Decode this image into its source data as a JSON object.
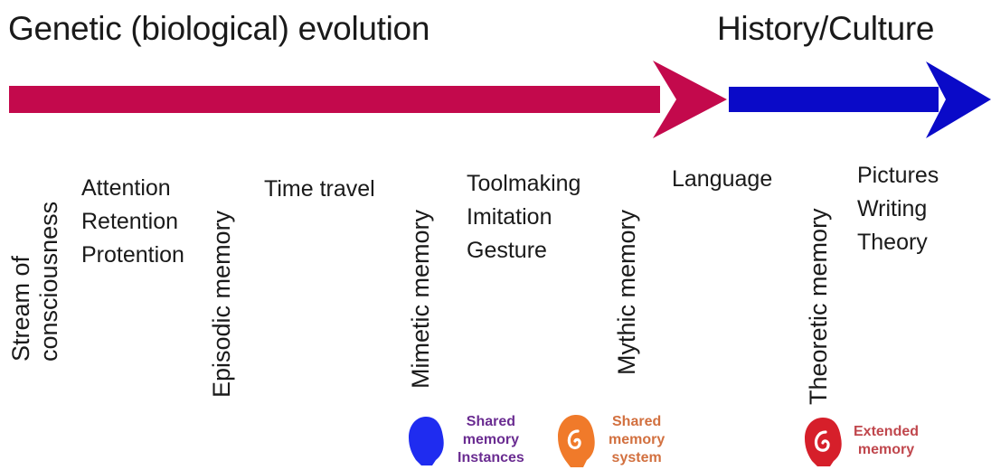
{
  "headings": {
    "genetic": "Genetic (biological) evolution",
    "history": "History/Culture"
  },
  "arrows": {
    "genetic_color": "#c3094c",
    "history_color": "#0a0ac8"
  },
  "vertical_labels": {
    "stream_line1": "Stream of",
    "stream_line2": "consciousness",
    "episodic": "Episodic memory",
    "mimetic": "Mimetic memory",
    "mythic": "Mythic memory",
    "theoretic": "Theoretic memory"
  },
  "lists": {
    "attention": [
      "Attention",
      "Retention",
      "Protention"
    ],
    "time_travel": [
      "Time travel"
    ],
    "toolmaking": [
      "Toolmaking",
      "Imitation",
      "Gesture"
    ],
    "language": [
      "Language"
    ],
    "pictures": [
      "Pictures",
      "Writing",
      "Theory"
    ]
  },
  "badges": {
    "shared_instances": {
      "lines": [
        "Shared",
        "memory",
        "Instances"
      ],
      "text_color": "#6a2c91",
      "icon_color": "#1f2cf0",
      "icon": "head-silhouette-icon"
    },
    "shared_system": {
      "lines": [
        "Shared",
        "memory",
        "system"
      ],
      "text_color": "#d2703f",
      "icon_color": "#f07a2a",
      "icon": "head-silhouette-icon"
    },
    "extended": {
      "lines": [
        "Extended",
        "memory"
      ],
      "text_color": "#c0474d",
      "icon_color": "#d61f2a",
      "icon": "head-silhouette-icon"
    }
  }
}
